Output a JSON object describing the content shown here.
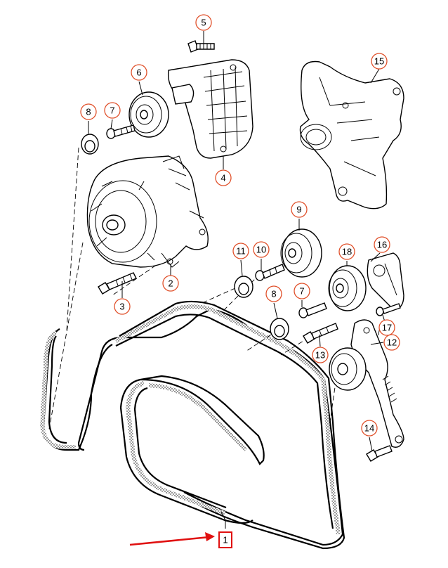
{
  "callouts": [
    {
      "id": "1",
      "label": "1",
      "highlighted": true
    },
    {
      "id": "2",
      "label": "2"
    },
    {
      "id": "3",
      "label": "3"
    },
    {
      "id": "4",
      "label": "4"
    },
    {
      "id": "5",
      "label": "5"
    },
    {
      "id": "6",
      "label": "6"
    },
    {
      "id": "7a",
      "label": "7"
    },
    {
      "id": "7b",
      "label": "7"
    },
    {
      "id": "8a",
      "label": "8"
    },
    {
      "id": "8b",
      "label": "8"
    },
    {
      "id": "9",
      "label": "9"
    },
    {
      "id": "10",
      "label": "10"
    },
    {
      "id": "11",
      "label": "11"
    },
    {
      "id": "12",
      "label": "12"
    },
    {
      "id": "13",
      "label": "13"
    },
    {
      "id": "14",
      "label": "14"
    },
    {
      "id": "15",
      "label": "15"
    },
    {
      "id": "16",
      "label": "16"
    },
    {
      "id": "17",
      "label": "17"
    },
    {
      "id": "18",
      "label": "18"
    }
  ],
  "colors": {
    "callout_circle": "#e0502a",
    "highlight_box": "#e01010",
    "arrow": "#e01010",
    "line": "#000000"
  }
}
